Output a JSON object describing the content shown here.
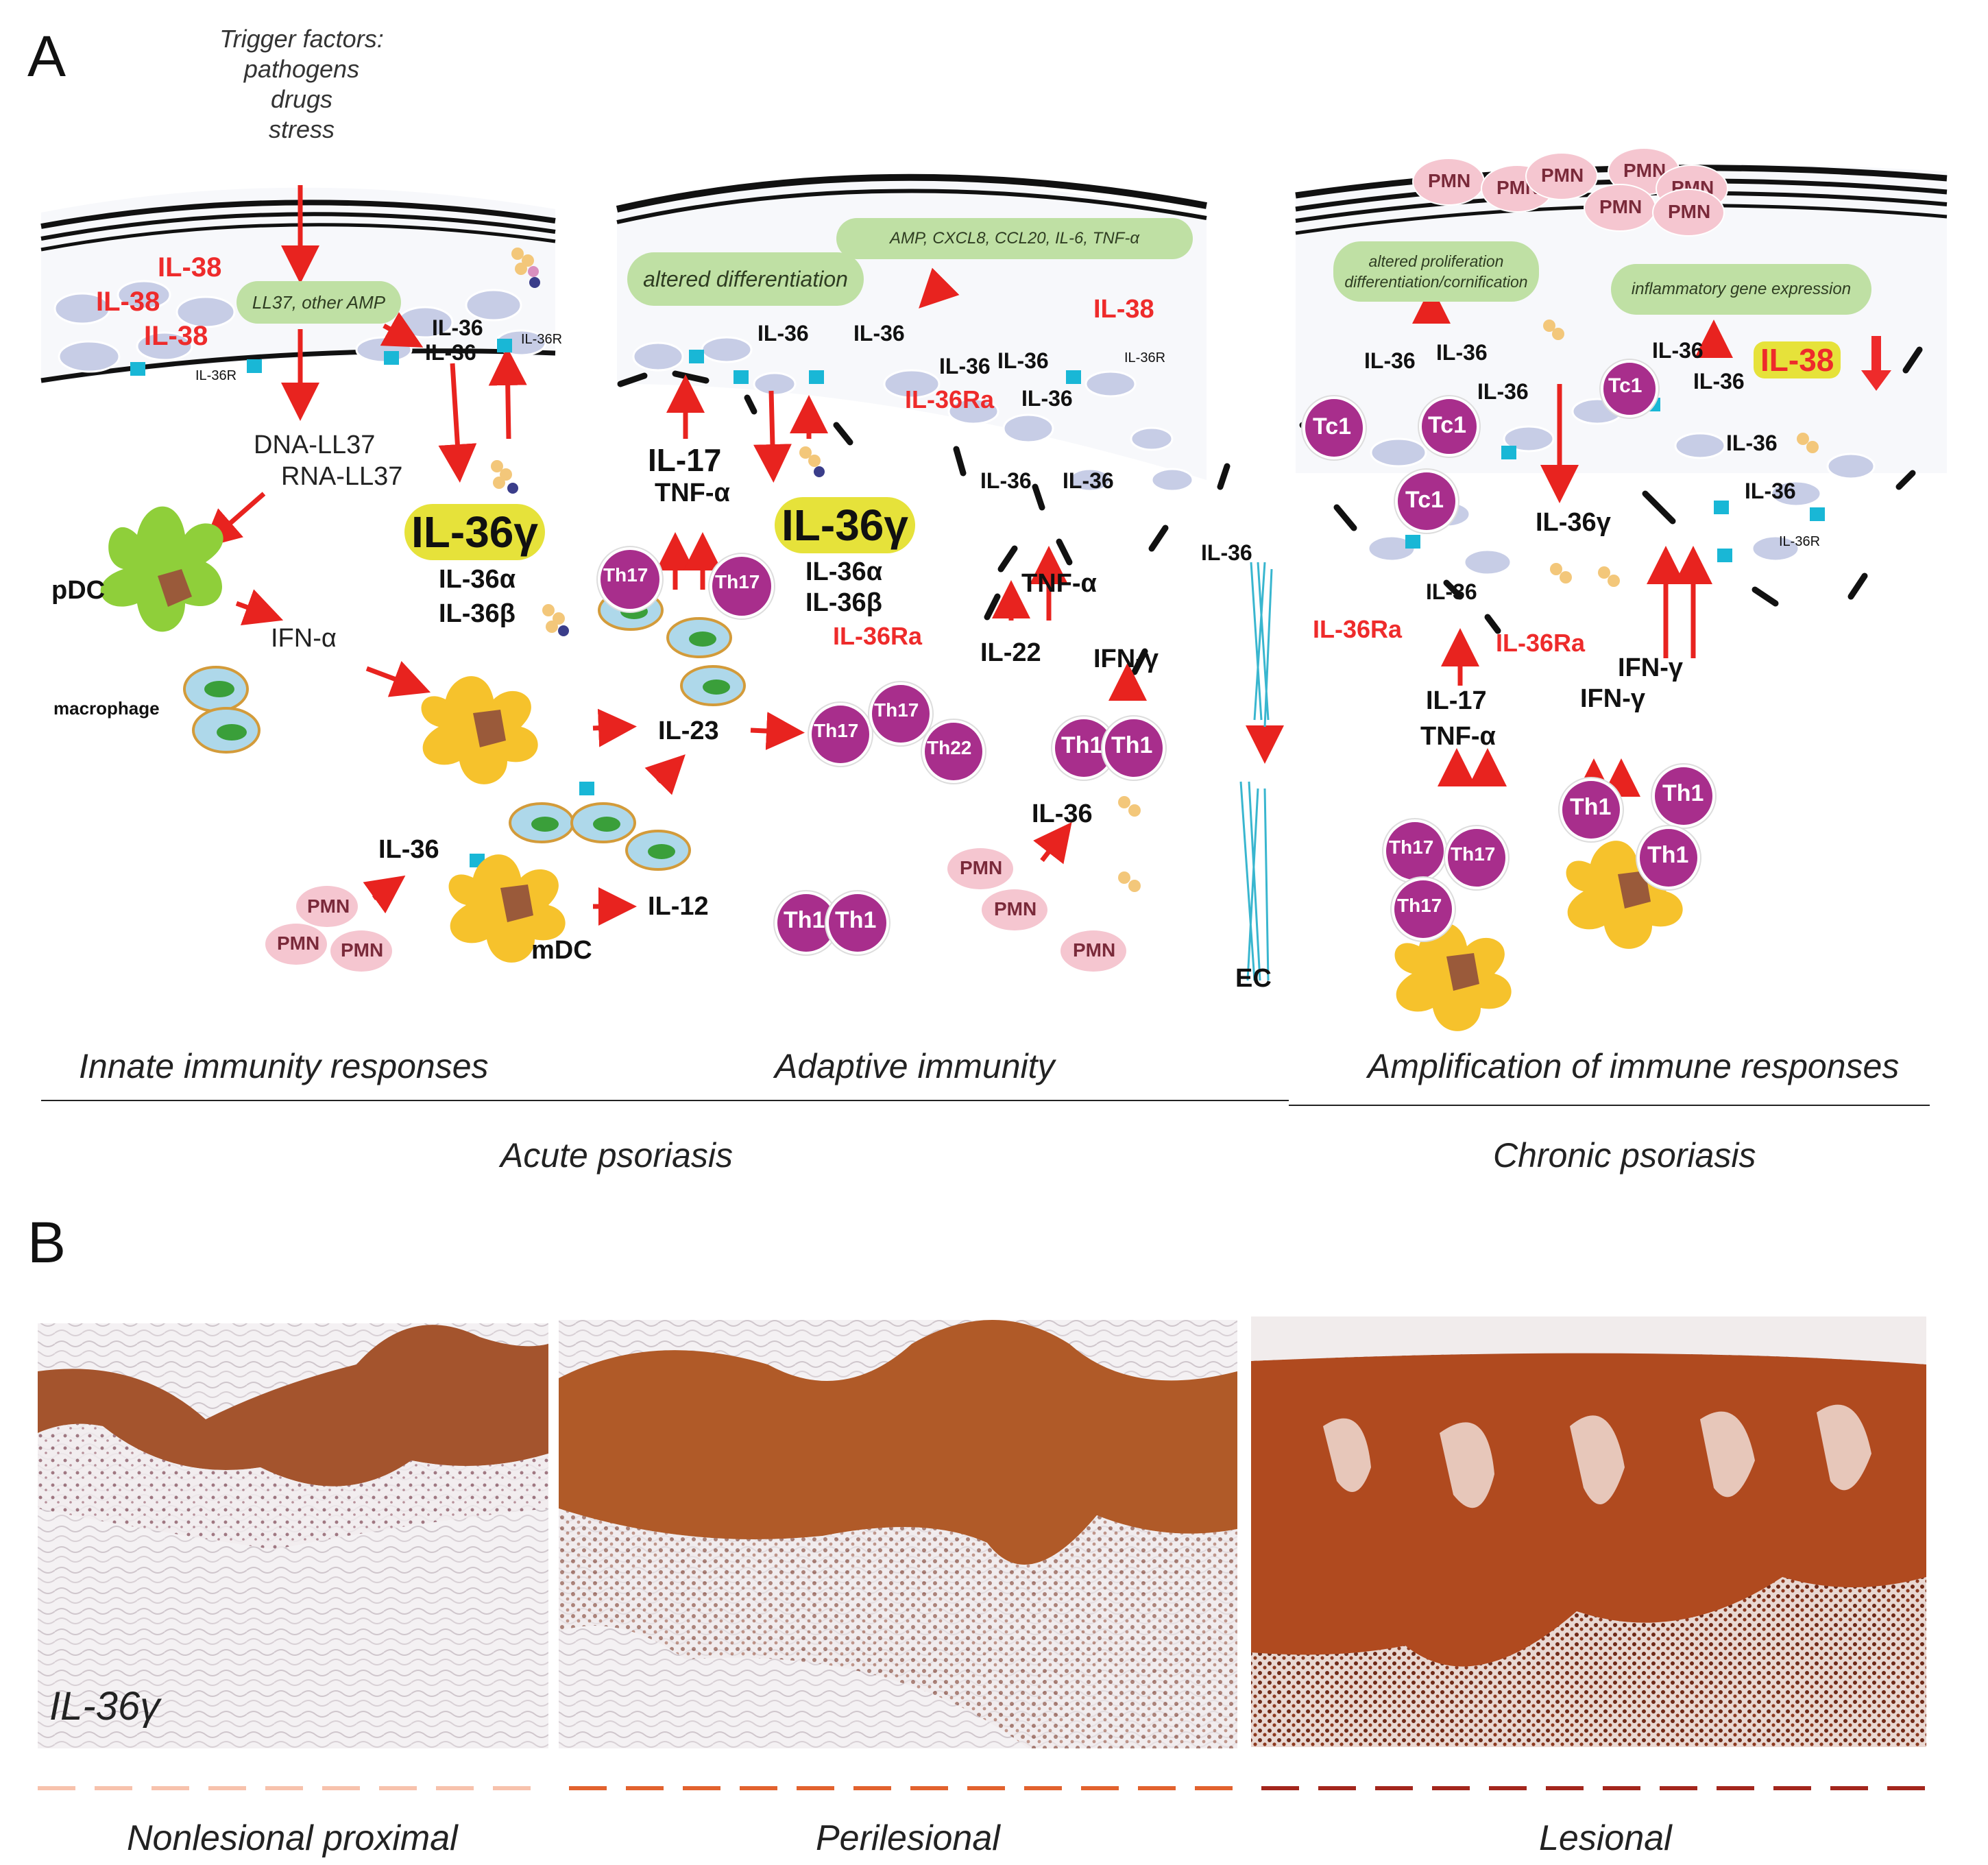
{
  "panel_a": {
    "letter": "A",
    "trigger": [
      "Trigger factors:",
      "pathogens",
      "drugs",
      "stress"
    ],
    "innate": {
      "il38_1": "IL-38",
      "il38_2": "IL-38",
      "il38_3": "IL-38",
      "bubble": "LL37, other AMP",
      "il36_a": "IL-36",
      "il36_b": "IL-36",
      "il36r_a": "IL-36R",
      "il36r_b": "IL-36R",
      "dna_ll37": "DNA-LL37",
      "rna_ll37": "RNA-LL37",
      "il36g": "IL-36γ",
      "il36a": "IL-36α",
      "il36b": "IL-36β",
      "pdc": "pDC",
      "ifn_a": "IFN-α",
      "macrophage": "macrophage",
      "il36_pmn": "IL-36",
      "pmn": "PMN",
      "mdc": "mDC",
      "il12": "IL-12",
      "il23": "IL-23"
    },
    "adaptive": {
      "bubble_diff": "altered differentiation",
      "bubble_amp": "AMP, CXCL8, CCL20, IL-6, TNF-α",
      "il36_1": "IL-36",
      "il36_2": "IL-36",
      "il36_3": "IL-36",
      "il36_4": "IL-36",
      "il36_5": "IL-36",
      "il36_6": "IL-36",
      "il36_7": "IL-36",
      "il38": "IL-38",
      "il36r": "IL-36R",
      "il36ra_1": "IL-36Ra",
      "il36ra_2": "IL-36Ra",
      "il17": "IL-17",
      "tnfa_1": "TNF-α",
      "tnfa_2": "TNF-α",
      "il36g": "IL-36γ",
      "il36a": "IL-36α",
      "il36b": "IL-36β",
      "th17": "Th17",
      "th22": "Th22",
      "th1": "Th1",
      "il22": "IL-22",
      "ifng": "IFN-γ",
      "il36_pmn": "IL-36",
      "pmn": "PMN",
      "il36_ec": "IL-36",
      "ec": "EC"
    },
    "chronic": {
      "pmn": "PMN",
      "bubble_prolif_1": "altered proliferation",
      "bubble_prolif_2": "differentiation/cornification",
      "bubble_gene": "inflammatory gene expression",
      "il38": "IL-38",
      "il36": "IL-36",
      "il36g": "IL-36γ",
      "il36r": "IL-36R",
      "tc1": "Tc1",
      "il36ra": "IL-36Ra",
      "il17": "IL-17",
      "tnfa": "TNF-α",
      "ifng": "IFN-γ",
      "th17": "Th17",
      "th1": "Th1"
    },
    "stages": [
      "Innate immunity responses",
      "Adaptive immunity",
      "Amplification of immune responses"
    ],
    "phases": [
      "Acute psoriasis",
      "Chronic psoriasis"
    ]
  },
  "panel_b": {
    "letter": "B",
    "stain_label": "IL-36γ",
    "samples": [
      "Nonlesional proximal",
      "Perilesional",
      "Lesional"
    ],
    "dash_colors": [
      "#f7c2ac",
      "#e2622e",
      "#a3261c"
    ]
  },
  "colors": {
    "arrow_red": "#e8231f",
    "th_magenta": "#a82e8c",
    "pmn_pink": "#f5c6d0",
    "keratinocyte": "#c7cde6",
    "receptor_cyan": "#19b7d6",
    "dc_yellow": "#f6c22c",
    "pdc_green": "#8fcf3a",
    "bubble_green": "#bfe0a4",
    "il36g_yellow": "#e6e23a",
    "il38_red": "#ee2b2b"
  }
}
